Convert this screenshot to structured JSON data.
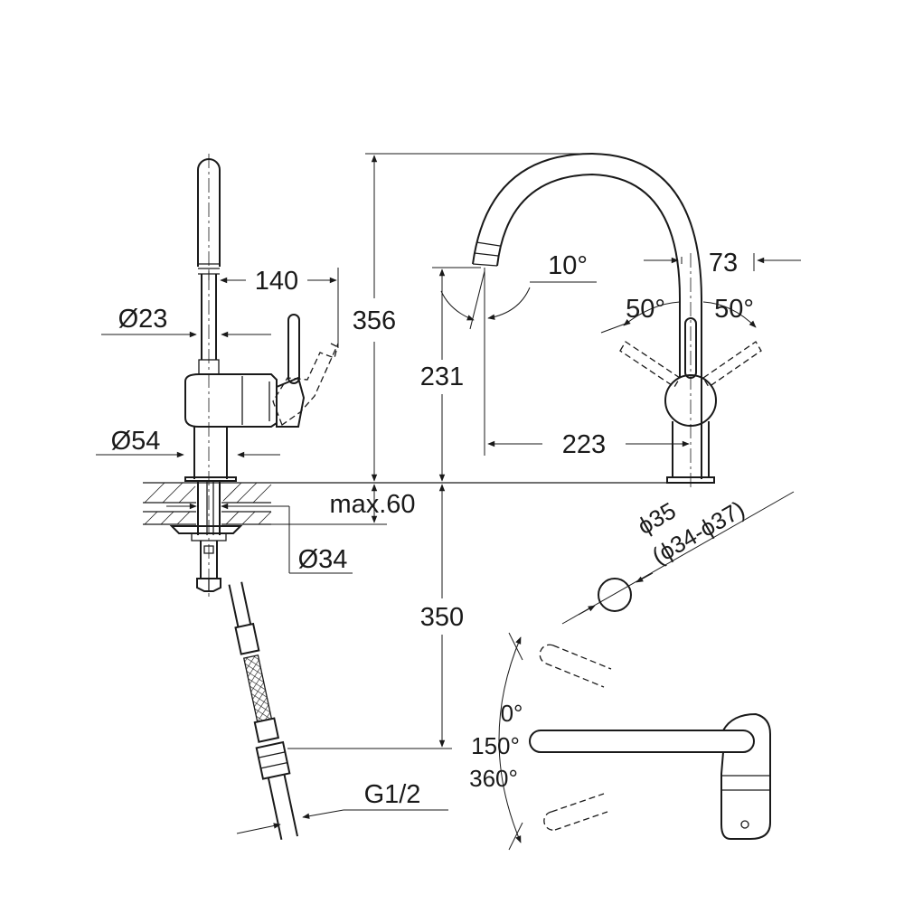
{
  "drawing": {
    "dimensions": {
      "reach_side": "140",
      "spout_diameter": "Ø23",
      "body_diameter": "Ø54",
      "total_height": "356",
      "spout_height": "231",
      "spout_angle": "10°",
      "reach_front": "223",
      "handle_offset": "73",
      "lever_angle_left": "50°",
      "lever_angle_right": "50°",
      "max_deck_thickness": "max.60",
      "shank_diameter": "Ø34",
      "hose_length": "350",
      "hole_diameter": "ϕ35",
      "hole_range": "(ϕ34-ϕ37)",
      "connection_thread": "G1/2",
      "swivel_0": "0°",
      "swivel_150": "150°",
      "swivel_360": "360°"
    }
  }
}
